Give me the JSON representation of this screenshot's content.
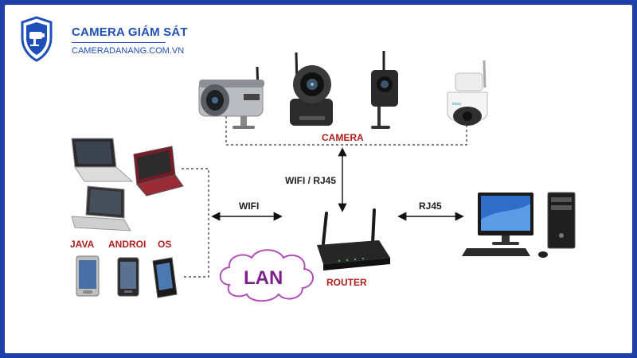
{
  "logo": {
    "icon": "shield-camera-icon",
    "brand": "CAMERA GIÁM SÁT",
    "domain": "CAMERADANANG.COM.VN"
  },
  "labels": {
    "camera": "CAMERA",
    "wifi_rj45": "WIFI / RJ45",
    "wifi": "WIFI",
    "rj45": "RJ45",
    "router": "ROUTER",
    "lan": "LAN",
    "java": "JAVA",
    "android": "ANDROI",
    "ios": "OS"
  },
  "colors": {
    "frame": "#1f3fa8",
    "brand": "#1f4fb8",
    "label_red": "#b01e1e",
    "cloud": "#b24db8"
  },
  "devices": {
    "cameras": [
      "bullet-camera-icon",
      "ptz-camera-icon",
      "wifi-camera-icon",
      "dome-camera-icon"
    ],
    "laptops": [
      "laptop-icon",
      "laptop-icon",
      "laptop-icon"
    ],
    "phones": [
      "smartphone-icon",
      "smartphone-icon",
      "smartphone-icon"
    ],
    "router": "router-icon",
    "desktop": "desktop-pc-icon"
  }
}
